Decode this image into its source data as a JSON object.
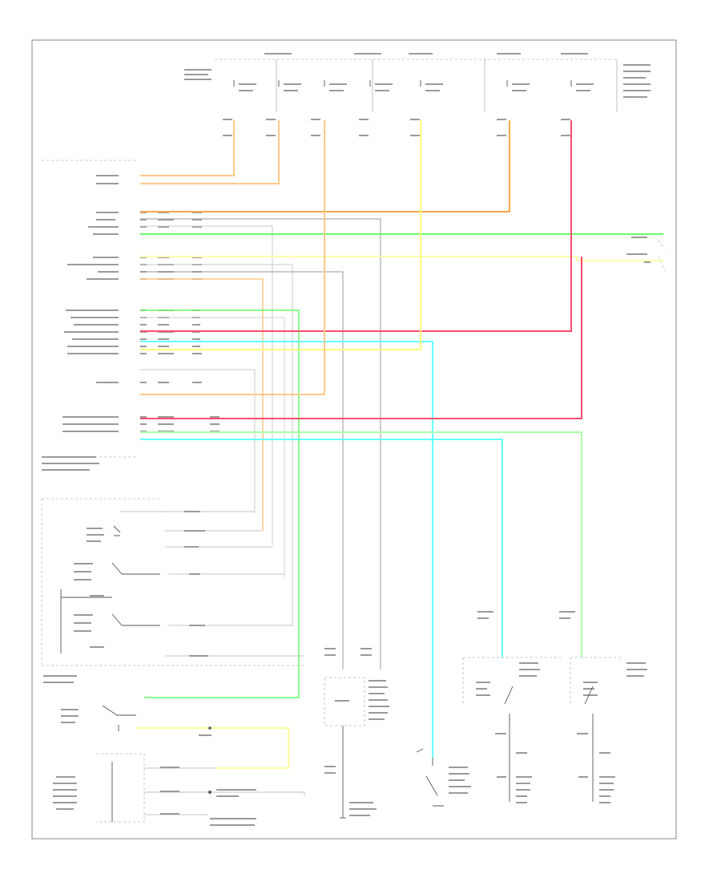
{
  "title": "",
  "page_number": "",
  "wire_colors": {
    "orange": "#ffa64d",
    "light_orange": "#ffc987",
    "yellow": "#ffff80",
    "light_yellow": "#ffffb0",
    "green": "#66ff66",
    "light_green": "#a8ffa8",
    "red": "#ff4d6d",
    "pink": "#ff99b3",
    "cyan": "#66ffff",
    "gray": "#9a9a9a",
    "dark": "#555555"
  },
  "components": [
    "fuse-block",
    "body-control-module",
    "headlamp-switch",
    "ignition-switch",
    "dimmer-switch",
    "turn-signal-switch",
    "left-rear-door-switch",
    "right-rear-door-switch",
    "courtesy-lamp",
    "dome-lamp",
    "ground-points"
  ]
}
